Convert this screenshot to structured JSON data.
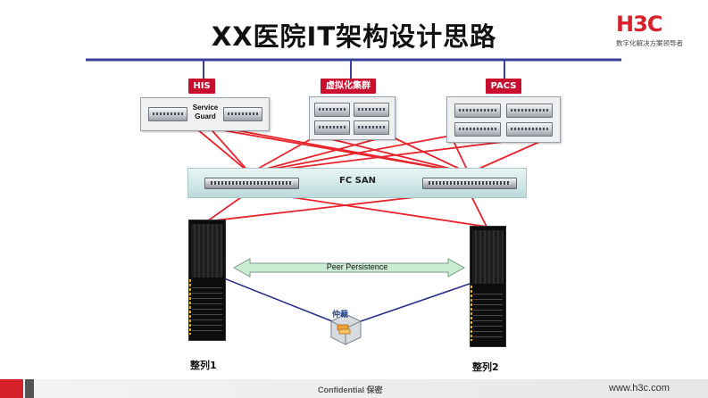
{
  "header": {
    "title": "XX医院IT架构设计思路",
    "logo_text": "H3C",
    "logo_tagline": "数字化解决方案领导者"
  },
  "diagram": {
    "server_groups": [
      {
        "label": "HIS"
      },
      {
        "label": "虚拟化集群"
      },
      {
        "label": "PACS"
      }
    ],
    "service_guard_label": "Service Guard",
    "san_label": "FC SAN",
    "peer_persistence_label": "Peer Persistence",
    "arbiter_label": "仲裁",
    "array_labels": [
      "整列1",
      "整列2"
    ]
  },
  "colors": {
    "brand_red": "#d6202a",
    "fc_link_red": "#e8242c",
    "replication_blue": "#2a2f8f",
    "peer_arrow_green": "#c9ecd3",
    "backbone_blue": "#3a3f9a"
  },
  "footer": {
    "confidential": "Confidential 保密",
    "url": "www.h3c.com"
  }
}
